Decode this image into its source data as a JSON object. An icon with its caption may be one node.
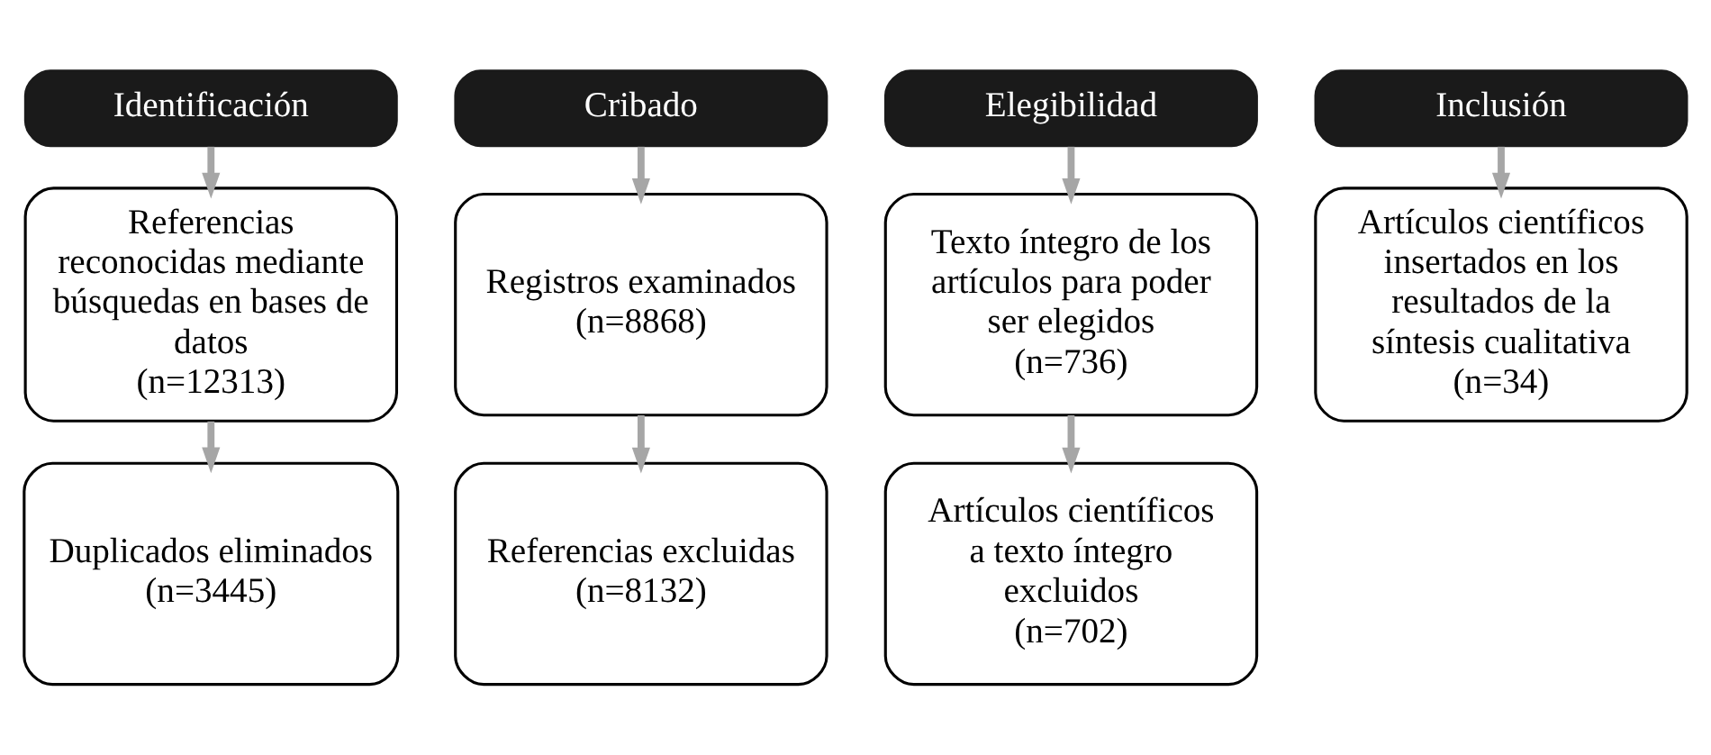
{
  "diagram": {
    "nodes": [
      {
        "text": [
          "Identificación"
        ]
      },
      {
        "text": [
          "Referencias reconocidas mediante búsquedas en bases de datos",
          "(n=12313)"
        ]
      },
      {
        "text": [
          "Duplicados eliminados",
          "(n=3445)"
        ]
      },
      {
        "text": [
          "Cribado"
        ]
      },
      {
        "text": [
          "Registros examinados",
          "(n=8868)"
        ]
      },
      {
        "text": [
          "Referencias excluidas",
          "(n=8132)"
        ]
      },
      {
        "text": [
          "Elegibilidad"
        ]
      },
      {
        "text": [
          "Texto íntegro de los artículos para poder ser elegidos",
          "(n=736)"
        ]
      },
      {
        "text": [
          "Artículos científicos a texto íntegro excluidos",
          "(n=702)"
        ]
      },
      {
        "text": [
          "Inclusión"
        ]
      },
      {
        "text": [
          "Artículos científicos insertados en los resultados de la síntesis cualitativa",
          "(n=34)"
        ]
      }
    ],
    "edges": [
      {
        "from": 0,
        "to": 1,
        "arrow": "to"
      },
      {
        "from": 1,
        "to": 2,
        "arrow": "to"
      },
      {
        "from": 3,
        "to": 4,
        "arrow": "to"
      },
      {
        "from": 4,
        "to": 5,
        "arrow": "to"
      },
      {
        "from": 6,
        "to": 7,
        "arrow": "to"
      },
      {
        "from": 7,
        "to": 8,
        "arrow": "to"
      },
      {
        "from": 9,
        "to": 10,
        "arrow": "to"
      }
    ]
  }
}
